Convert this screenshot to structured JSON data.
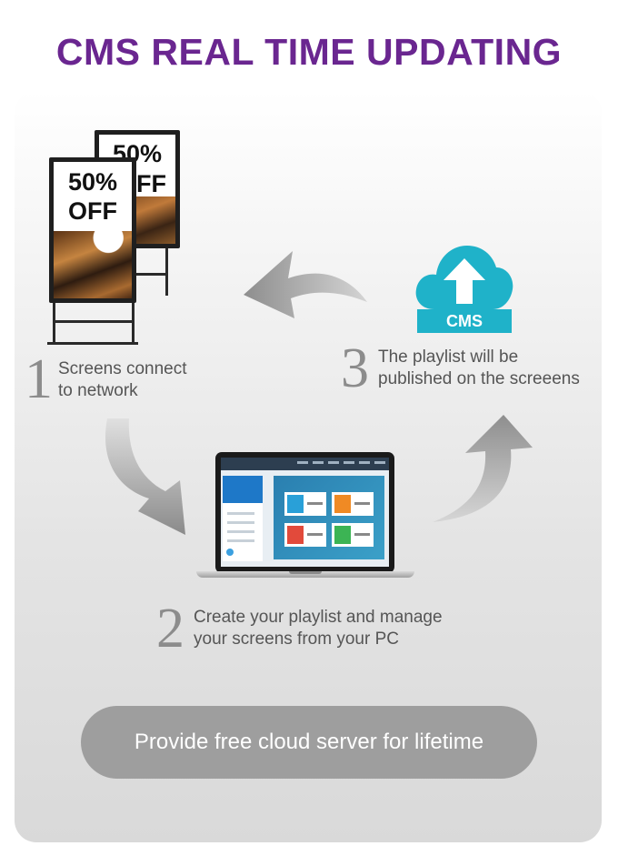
{
  "header": {
    "title": "CMS REAL TIME UPDATING"
  },
  "steps": [
    {
      "number": "1",
      "line1": "Screens connect",
      "line2": "to network"
    },
    {
      "number": "2",
      "line1": "Create your playlist and manage",
      "line2": "your screens from your PC"
    },
    {
      "number": "3",
      "line1": "The playlist will be",
      "line2": "published on the screeens"
    }
  ],
  "signage": {
    "line1": "50%",
    "line2": "OFF",
    "back_line1": "50%",
    "back_line2": "FF"
  },
  "cloud": {
    "label": "CMS",
    "color": "#1fb2c9"
  },
  "footer": {
    "banner": "Provide free cloud server for lifetime"
  },
  "colors": {
    "title": "#6a2690",
    "arrows": "#9a9a9a",
    "pill": "#9e9e9e"
  }
}
